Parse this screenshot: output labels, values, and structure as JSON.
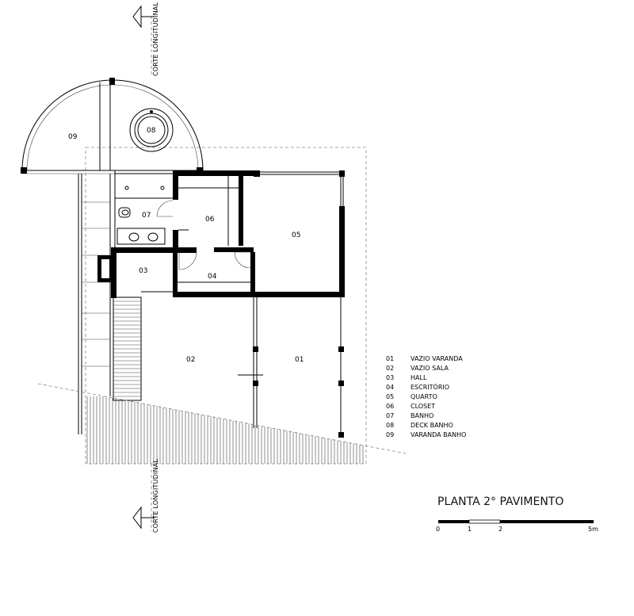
{
  "title": "PLANTA 2° PAVIMENTO",
  "section_cut": {
    "label": "CORTE LONGITUDINAL"
  },
  "rooms": [
    {
      "code": "01",
      "name": "VAZIO VARANDA"
    },
    {
      "code": "02",
      "name": "VAZIO SALA"
    },
    {
      "code": "03",
      "name": "HALL"
    },
    {
      "code": "04",
      "name": "ESCRITÓRIO"
    },
    {
      "code": "05",
      "name": "QUARTO"
    },
    {
      "code": "06",
      "name": "CLOSET"
    },
    {
      "code": "07",
      "name": "BANHO"
    },
    {
      "code": "08",
      "name": "DECK BANHO"
    },
    {
      "code": "09",
      "name": "VARANDA BANHO"
    }
  ],
  "scale_bar": {
    "labels": [
      "0",
      "1",
      "2",
      "5m"
    ]
  }
}
